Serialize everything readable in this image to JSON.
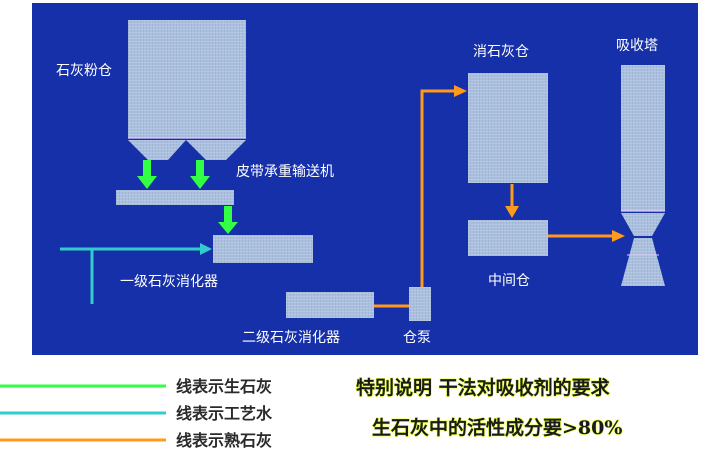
{
  "diagram": {
    "labels": {
      "lime_powder_silo": "石灰粉仓",
      "belt_scale_conveyor": "皮带承重输送机",
      "primary_slaker": "一级石灰消化器",
      "secondary_slaker": "二级石灰消化器",
      "silo_pump": "仓泵",
      "slaked_lime_silo": "消石灰仓",
      "intermediate_silo": "中间仓",
      "absorption_tower": "吸收塔"
    },
    "colors": {
      "background": "#1530a8",
      "quicklime_line": "#33ff44",
      "process_water_line": "#33cccc",
      "slaked_lime_line": "#ff9a1a",
      "equipment_fill": "#a9bfdc"
    }
  },
  "legend": [
    {
      "text": "线表示生石灰",
      "color": "#33ff44"
    },
    {
      "text": "线表示工艺水",
      "color": "#33cccc"
    },
    {
      "text": "线表示熟石灰",
      "color": "#ff9a1a"
    }
  ],
  "note": {
    "line1": "特别说明 干法对吸收剂的要求",
    "line2": "生石灰中的活性成分要>80%"
  }
}
